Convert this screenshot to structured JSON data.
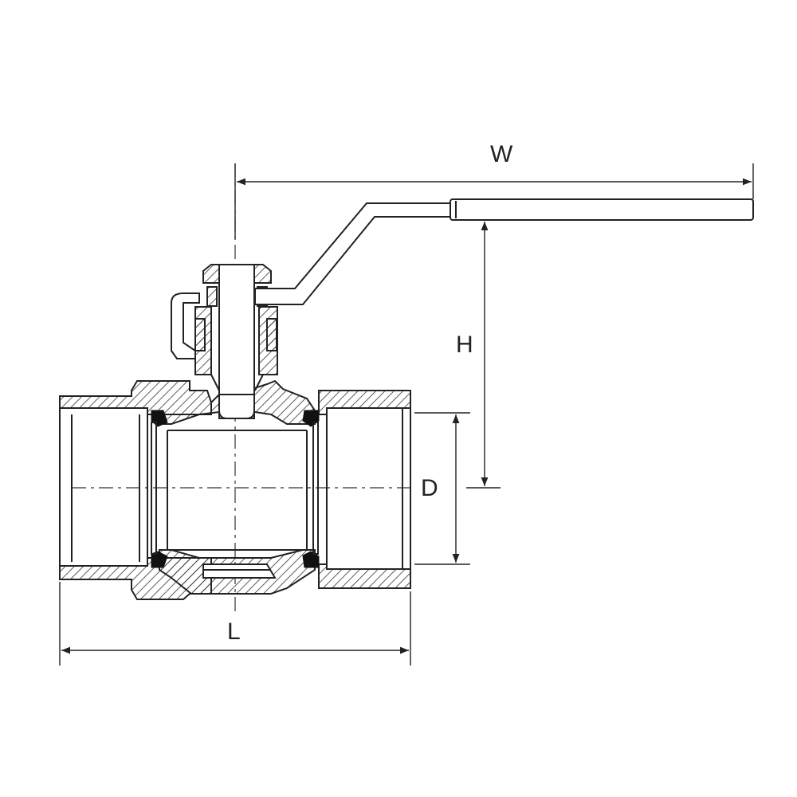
{
  "diagram": {
    "labels": {
      "width": "W",
      "height": "H",
      "diameter": "D",
      "length": "L"
    },
    "colors": {
      "line": "#222222",
      "hatch": "#333333",
      "seal": "#111111",
      "background": "#ffffff"
    }
  }
}
